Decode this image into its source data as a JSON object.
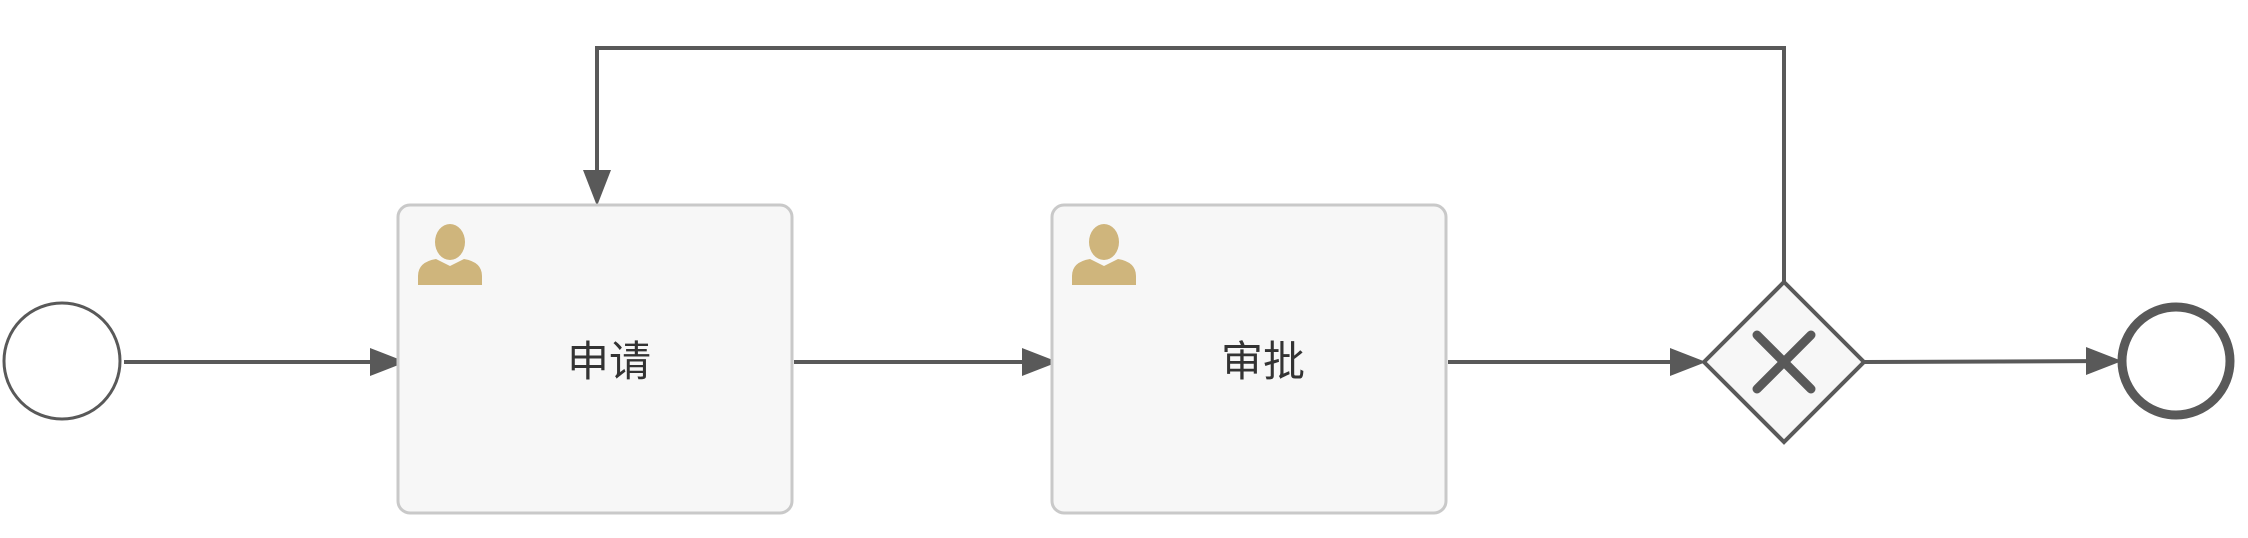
{
  "diagram": {
    "notation": "BPMN process",
    "colors": {
      "line": "#595959",
      "task_fill": "#f7f7f7",
      "task_stroke": "#c9c9c9",
      "user_icon": "#cfb57c",
      "gateway_fill": "#f7f7f7",
      "event_fill": "#ffffff",
      "label": "#333333"
    },
    "nodes": [
      {
        "id": "start",
        "kind": "start-event",
        "icon": "empty-circle"
      },
      {
        "id": "apply",
        "kind": "user-task",
        "label": "申请",
        "icon": "user-icon"
      },
      {
        "id": "approve",
        "kind": "user-task",
        "label": "审批",
        "icon": "user-icon"
      },
      {
        "id": "gateway",
        "kind": "exclusive-gateway",
        "icon": "x-mark-icon"
      },
      {
        "id": "end",
        "kind": "end-event",
        "icon": "thick-circle"
      }
    ],
    "flows": [
      {
        "from": "start",
        "to": "apply"
      },
      {
        "from": "apply",
        "to": "approve"
      },
      {
        "from": "approve",
        "to": "gateway"
      },
      {
        "from": "gateway",
        "to": "end"
      },
      {
        "from": "gateway",
        "to": "apply"
      }
    ]
  }
}
